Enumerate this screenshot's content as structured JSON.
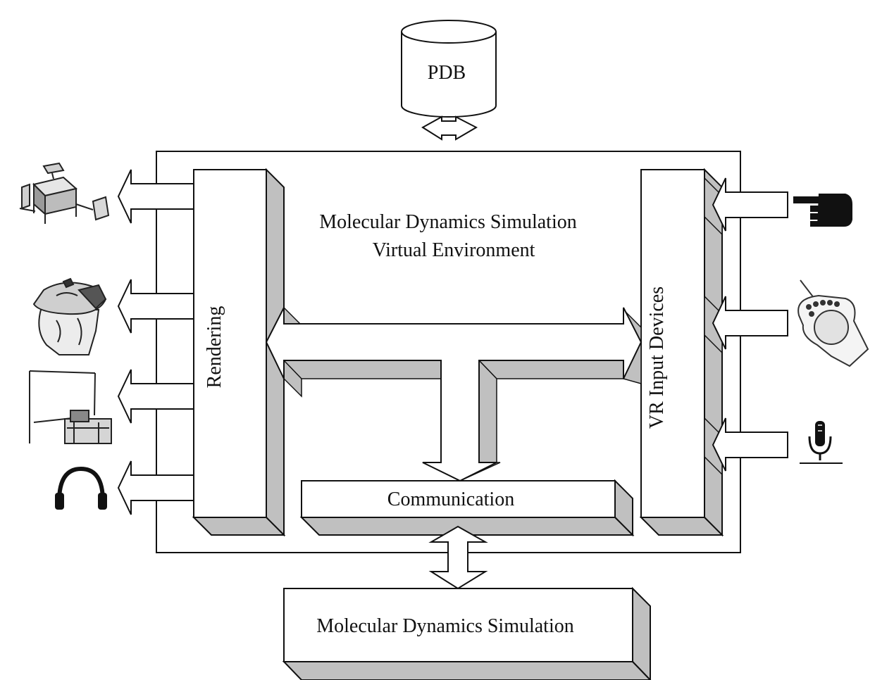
{
  "labels": {
    "pdb": "PDB",
    "environment_line1": "Molecular Dynamics Simulation",
    "environment_line2": "Virtual Environment",
    "rendering": "Rendering",
    "vr_input_devices": "VR Input Devices",
    "communication": "Communication",
    "simulation": "Molecular Dynamics Simulation"
  },
  "output_devices": [
    "cave-display-icon",
    "head-mounted-display-icon",
    "projection-screen-icon",
    "headphones-icon"
  ],
  "input_devices": [
    "data-glove-icon",
    "joystick-controller-icon",
    "microphone-icon"
  ],
  "colors": {
    "line": "#111111",
    "shade": "#c0c0c0",
    "fill": "#ffffff",
    "device": "#111111"
  }
}
